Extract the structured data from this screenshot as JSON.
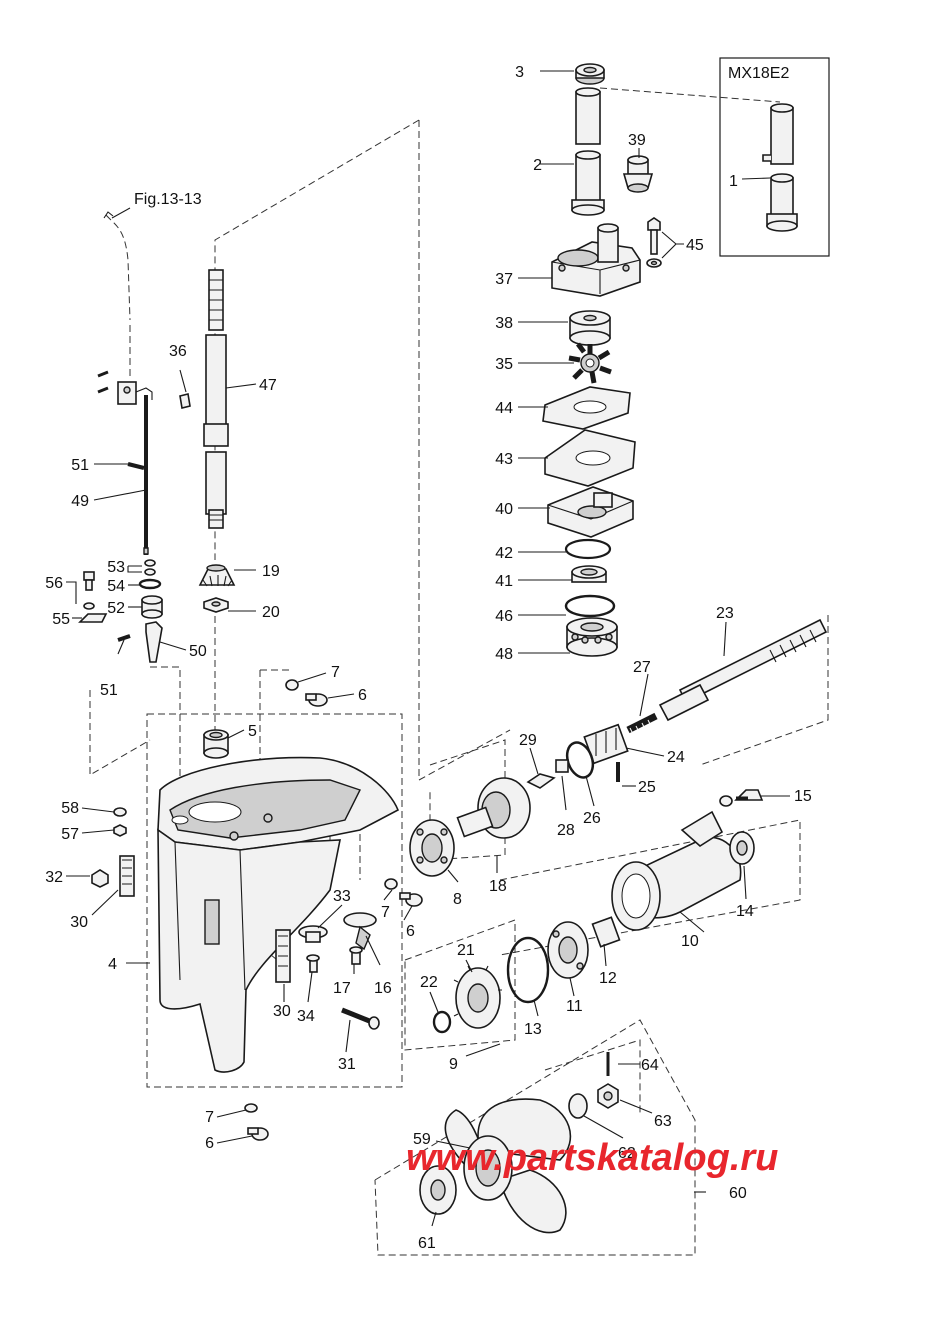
{
  "diagram": {
    "model_box": "MX18E2",
    "reference": "Fig.13-13",
    "watermark": "www.partskatalog.ru",
    "watermark_color": "#e8262d",
    "labels": {
      "p1": "1",
      "p2": "2",
      "p3": "3",
      "p4": "4",
      "p5": "5",
      "p6a": "6",
      "p6b": "6",
      "p6c": "6",
      "p7a": "7",
      "p7b": "7",
      "p7c": "7",
      "p8": "8",
      "p9": "9",
      "p10": "10",
      "p11": "11",
      "p12": "12",
      "p13": "13",
      "p14": "14",
      "p15": "15",
      "p16": "16",
      "p17": "17",
      "p18": "18",
      "p19": "19",
      "p20": "20",
      "p21": "21",
      "p22": "22",
      "p23": "23",
      "p24": "24",
      "p25": "25",
      "p26": "26",
      "p27": "27",
      "p28": "28",
      "p29": "29",
      "p30a": "30",
      "p30b": "30",
      "p31": "31",
      "p32": "32",
      "p33": "33",
      "p34": "34",
      "p35": "35",
      "p36": "36",
      "p37": "37",
      "p38": "38",
      "p39": "39",
      "p40": "40",
      "p41": "41",
      "p42": "42",
      "p43": "43",
      "p44": "44",
      "p45": "45",
      "p46": "46",
      "p47": "47",
      "p48": "48",
      "p49": "49",
      "p50": "50",
      "p51a": "51",
      "p51b": "51",
      "p52": "52",
      "p53": "53",
      "p54": "54",
      "p55": "55",
      "p56": "56",
      "p57": "57",
      "p58": "58",
      "p59": "59",
      "p60": "60",
      "p61": "61",
      "p62": "62",
      "p63": "63",
      "p64": "64"
    }
  }
}
